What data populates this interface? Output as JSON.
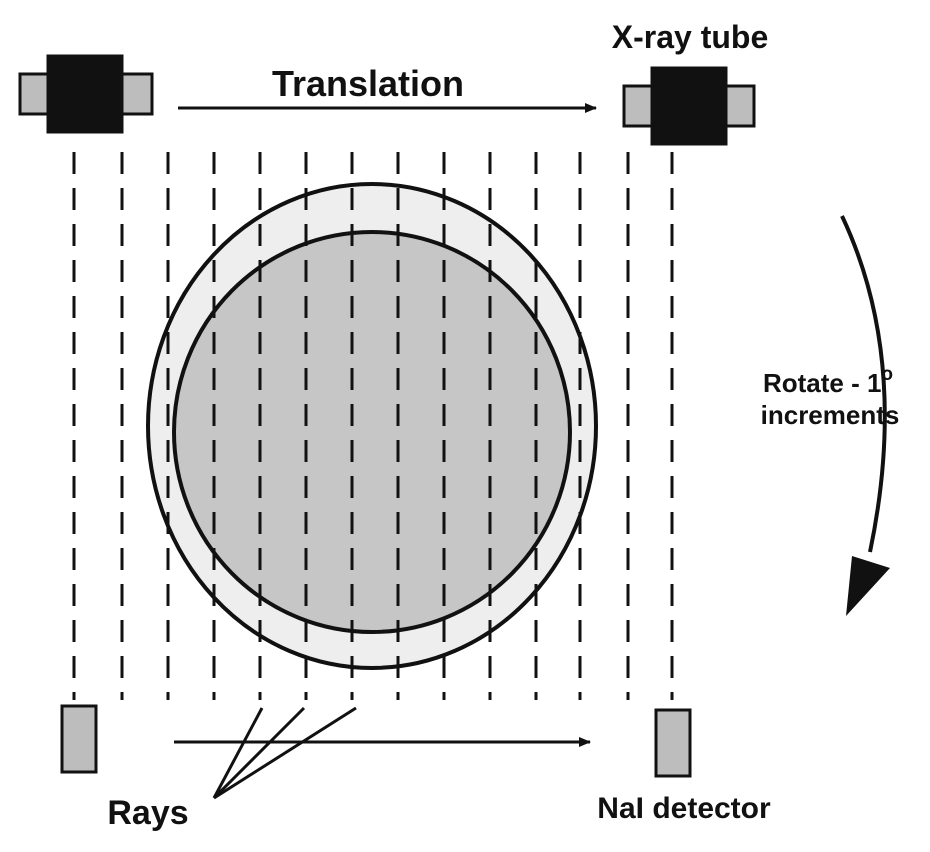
{
  "labels": {
    "xray_tube": "X-ray tube",
    "translation": "Translation",
    "rotate_line1": "Rotate - 1",
    "rotate_degree": "o",
    "rotate_line2": "increments",
    "rays": "Rays",
    "detector": "NaI detector"
  },
  "colors": {
    "ink": "#111111",
    "component_fill": "#bdbdbd",
    "outer_ring": "#eeeeee",
    "inner_disc": "#c6c6c6"
  }
}
